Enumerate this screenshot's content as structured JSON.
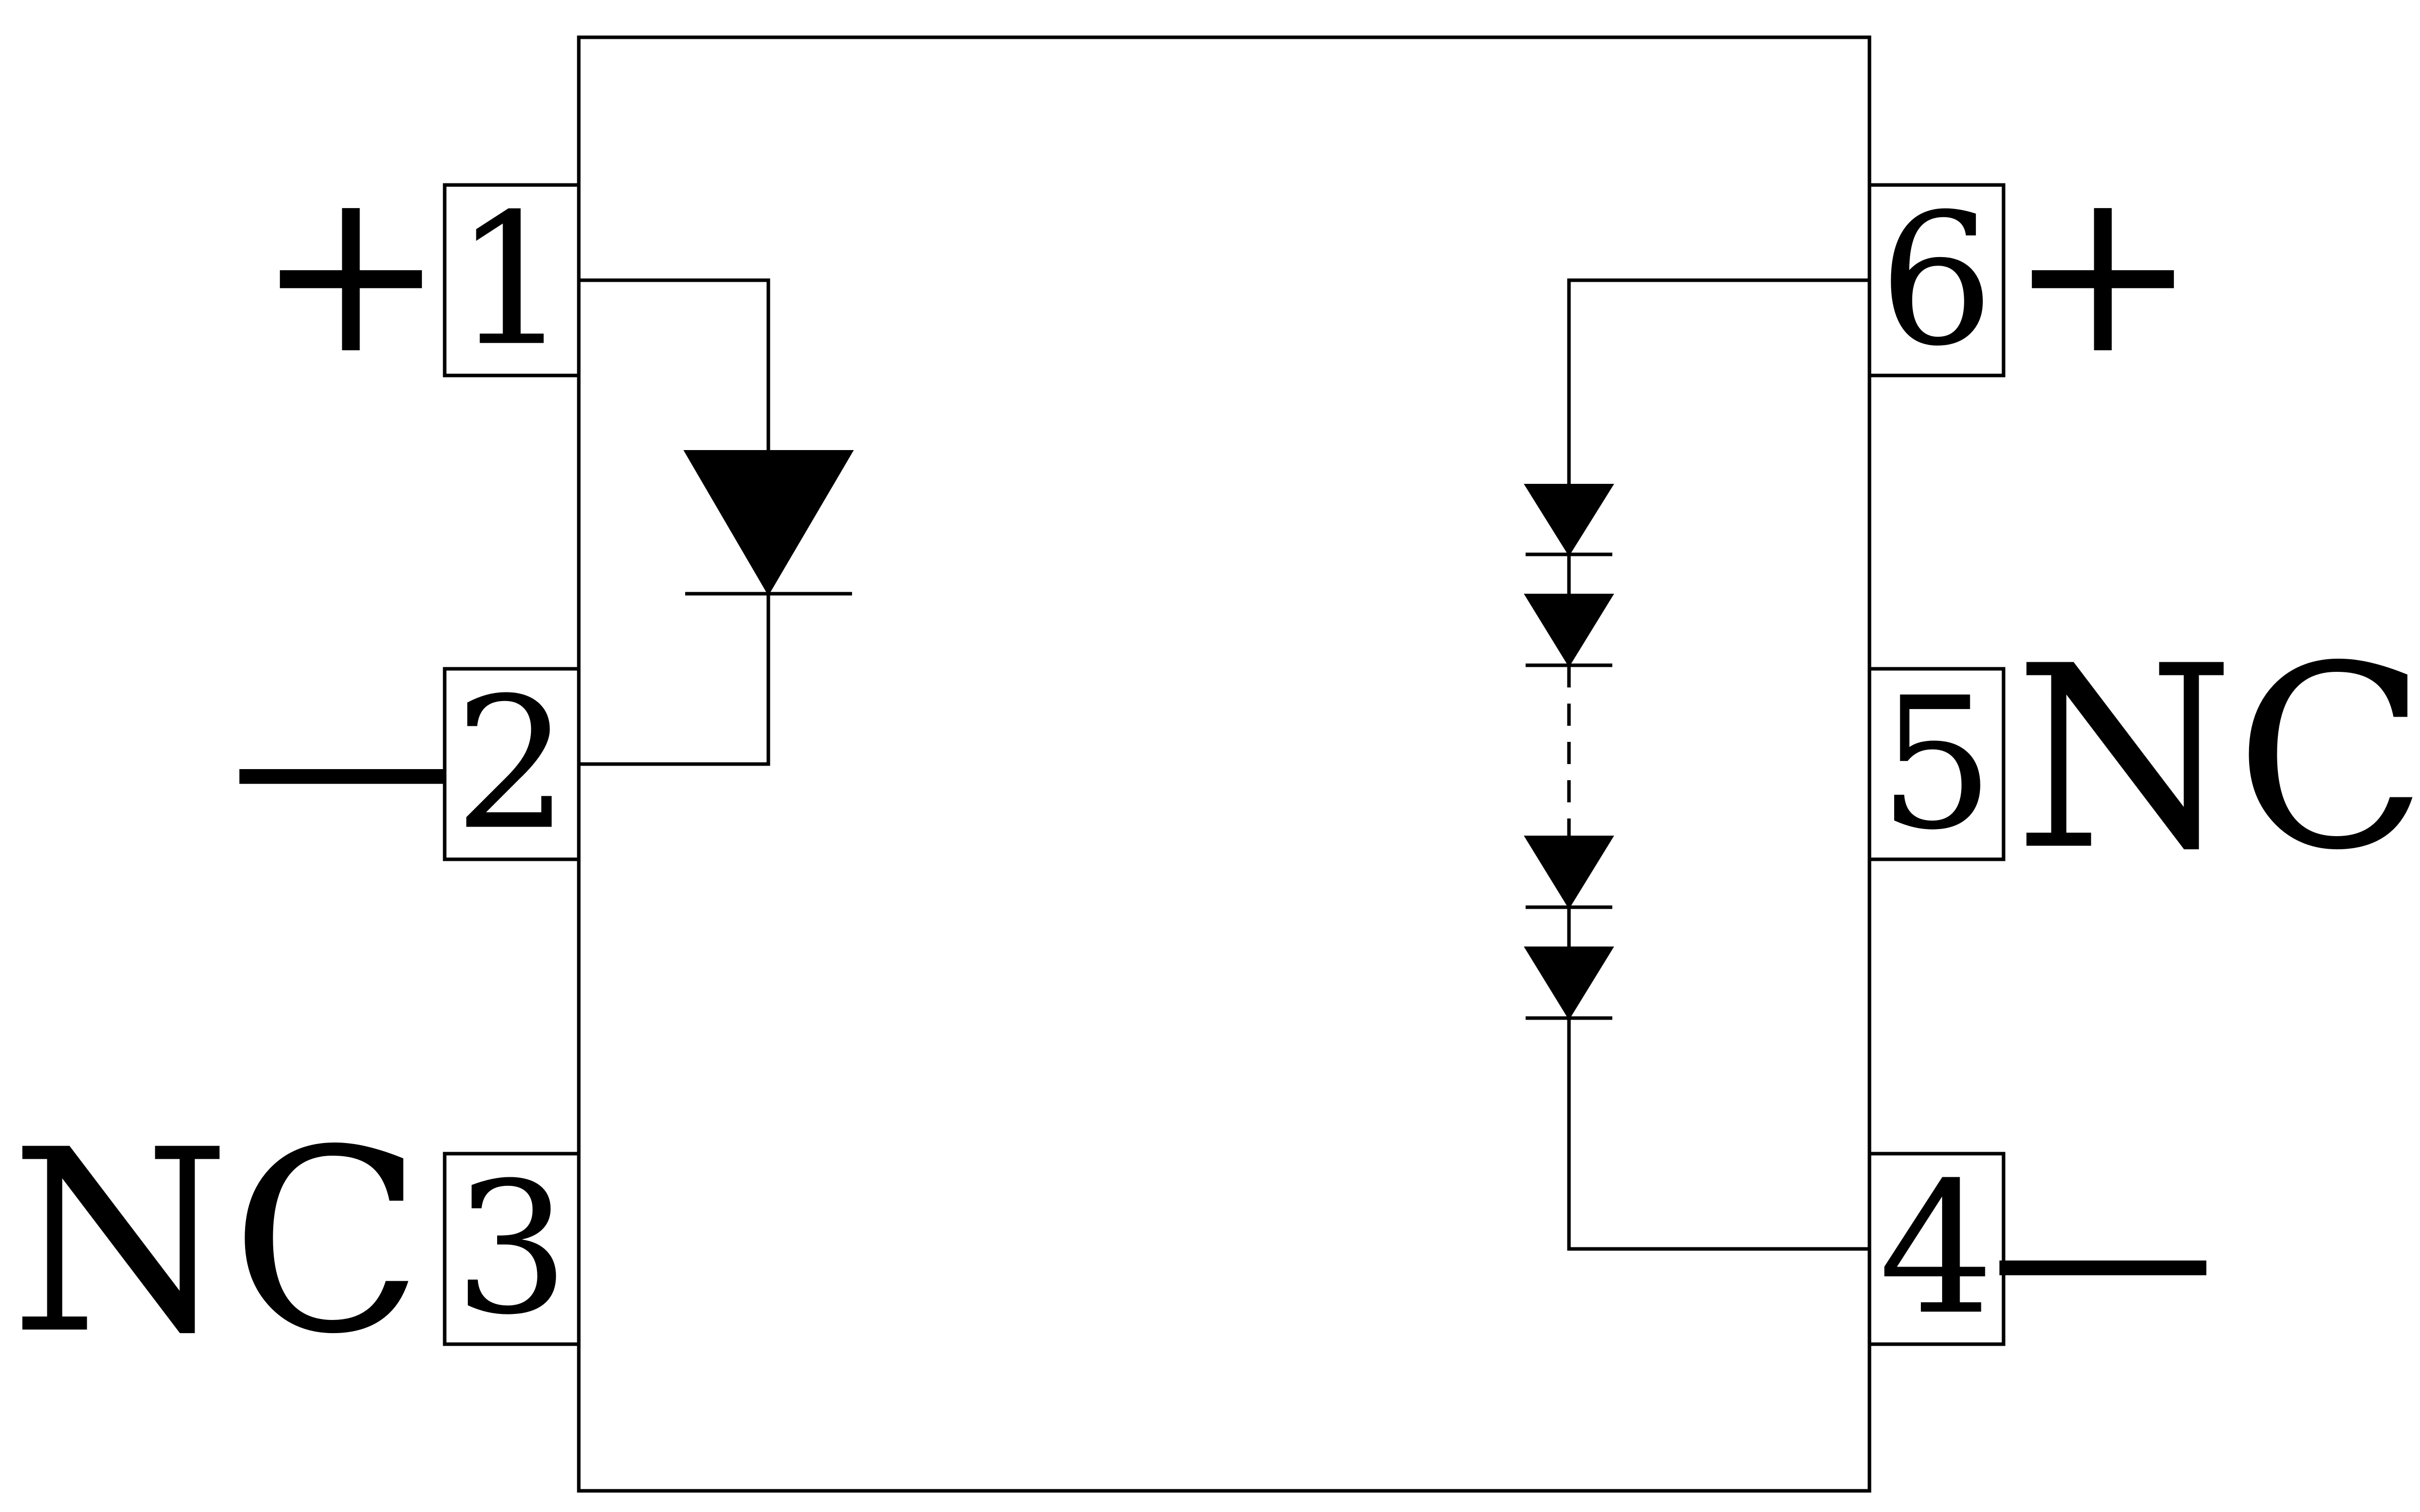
{
  "colors": {
    "stroke": "#000000",
    "background": "#ffffff"
  },
  "pins": [
    {
      "number": "1",
      "label": "+"
    },
    {
      "number": "2",
      "label": "—"
    },
    {
      "number": "3",
      "label": "NC"
    },
    {
      "number": "4",
      "label": "—"
    },
    {
      "number": "5",
      "label": "NC"
    },
    {
      "number": "6",
      "label": "+"
    }
  ],
  "components": {
    "input": "led-diode",
    "output": "photodiode-array"
  }
}
